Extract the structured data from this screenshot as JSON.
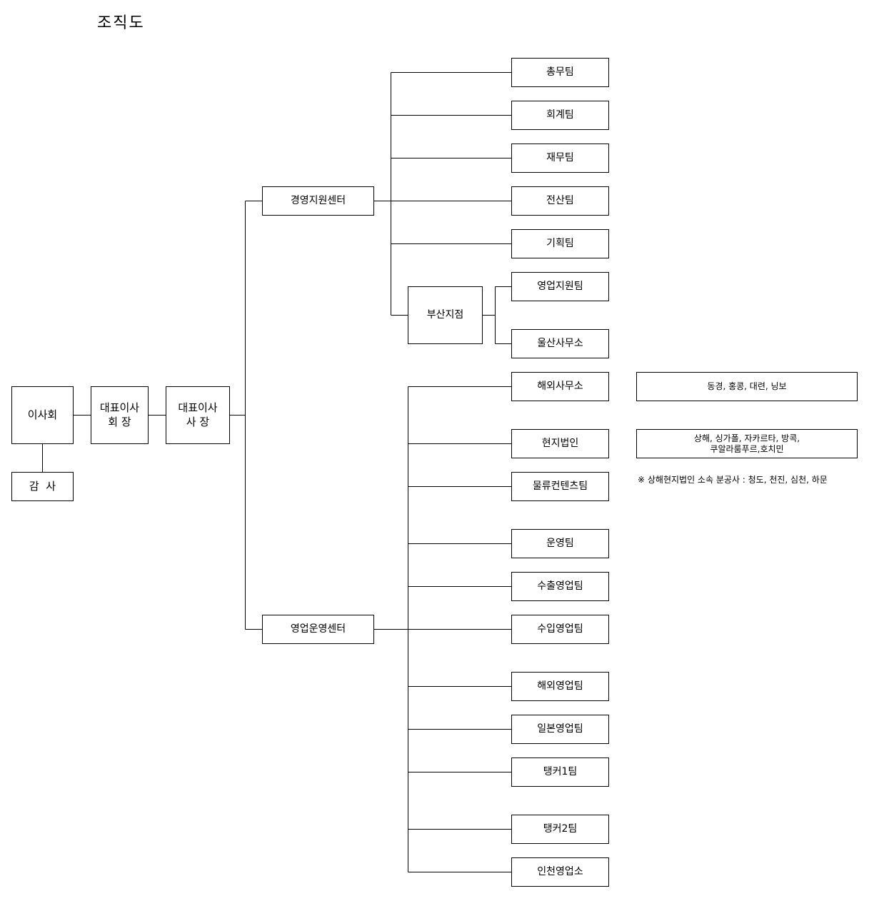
{
  "title": "조직도",
  "top": {
    "board": "이사회",
    "auditor": "감  사",
    "chairman": {
      "line1": "대표이사",
      "line2": "회 장"
    },
    "president": {
      "line1": "대표이사",
      "line2": "사 장"
    }
  },
  "centers": {
    "management": "경영지원센터",
    "sales": "영업운영센터"
  },
  "management_teams": [
    "총무팀",
    "회계팀",
    "재무팀",
    "전산팀",
    "기획팀"
  ],
  "busan": {
    "name": "부산지점",
    "children": [
      "영업지원팀",
      "울산사무소"
    ]
  },
  "sales_teams": [
    "해외사무소",
    "현지법인",
    "물류컨텐츠팀",
    "운영팀",
    "수출영업팀",
    "수입영업팀",
    "해외영업팀",
    "일본영업팀",
    "탱커1팀",
    "탱커2팀",
    "인천영업소"
  ],
  "side": {
    "overseas_offices": "동경, 홍콩, 대련, 닝보",
    "local_corp_line1": "상해, 싱가폴, 자카르타, 방콕,",
    "local_corp_line2": "쿠알라룸푸르,호치민",
    "note": "※ 상해현지법인 소속 분공사 : 청도, 천진, 심천, 하문"
  }
}
